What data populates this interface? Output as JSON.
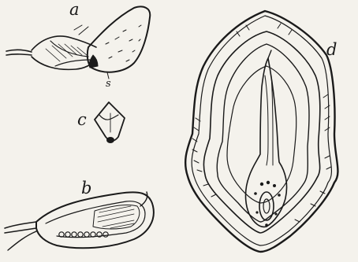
{
  "figure": {
    "panels": [
      {
        "id": "a",
        "label": "a"
      },
      {
        "id": "b",
        "label": "b"
      },
      {
        "id": "c",
        "label": "c"
      },
      {
        "id": "d",
        "label": "d"
      }
    ],
    "annotations": {
      "s": "s"
    },
    "ink_color": "#1a1a1a",
    "paper_color": "#f4f2ec"
  }
}
